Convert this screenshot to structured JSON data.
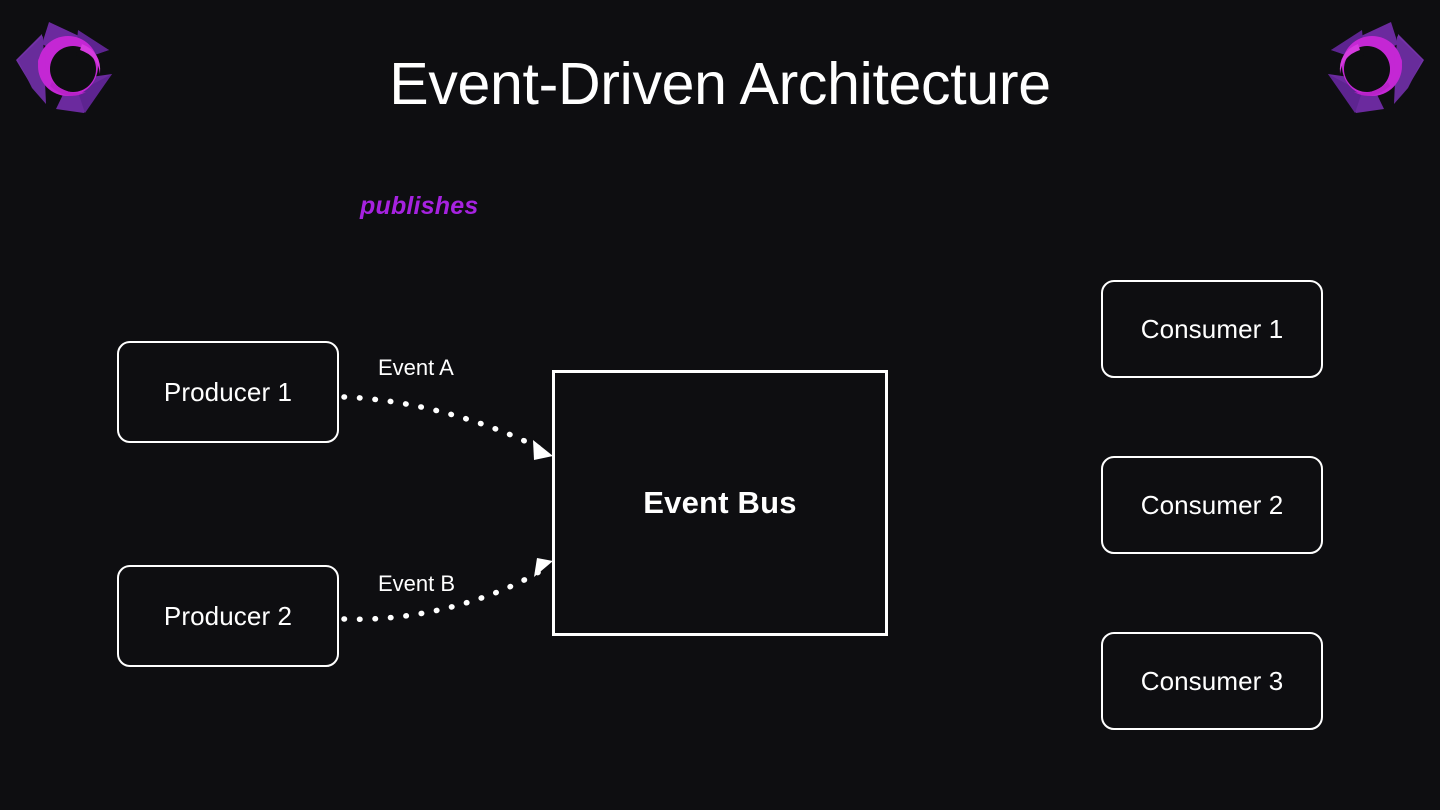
{
  "slide": {
    "title": "Event-Driven Architecture",
    "background_color": "#0e0e11",
    "text_color": "#ffffff"
  },
  "branding": {
    "logo_left_name": "company-logo",
    "logo_right_name": "company-logo",
    "shard_color": "#6b2a9e",
    "shard_color_light": "#7d33b5",
    "swirl_color": "#c427d4",
    "swirl_color_alt": "#d63bdf"
  },
  "annotations": {
    "publishes": "publishes",
    "publishes_color": "#a622e0"
  },
  "diagram": {
    "producers": [
      {
        "id": "producer-1",
        "label": "Producer 1"
      },
      {
        "id": "producer-2",
        "label": "Producer 2"
      }
    ],
    "bus": {
      "id": "event-bus",
      "label": "Event Bus"
    },
    "consumers": [
      {
        "id": "consumer-1",
        "label": "Consumer 1"
      },
      {
        "id": "consumer-2",
        "label": "Consumer 2"
      },
      {
        "id": "consumer-3",
        "label": "Consumer 3"
      }
    ],
    "edges": [
      {
        "id": "edge-a",
        "label": "Event A",
        "from": "Producer 1",
        "to": "Event Bus",
        "style": "dotted",
        "arrow": "open"
      },
      {
        "id": "edge-b",
        "label": "Event B",
        "from": "Producer 2",
        "to": "Event Bus",
        "style": "dotted",
        "arrow": "open"
      }
    ]
  }
}
